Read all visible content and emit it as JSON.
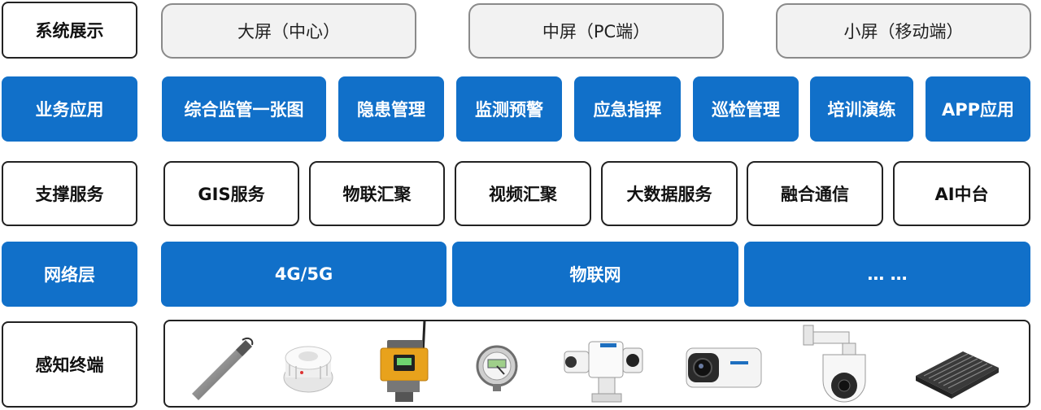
{
  "layers": {
    "display": "系统展示",
    "business": "业务应用",
    "support": "支撑服务",
    "network": "网络层",
    "terminal": "感知终端"
  },
  "display_items": [
    "大屏（中心）",
    "中屏（PC端）",
    "小屏（移动端）"
  ],
  "business_items": [
    "综合监管一张图",
    "隐患管理",
    "监测预警",
    "应急指挥",
    "巡检管理",
    "培训演练",
    "APP应用"
  ],
  "support_items": [
    "GIS服务",
    "物联汇聚",
    "视频汇聚",
    "大数据服务",
    "融合通信",
    "AI中台"
  ],
  "network_items": [
    "4G/5G",
    "物联网",
    "… …"
  ],
  "terminal_devices": [
    "liquid-level-probe-icon",
    "smoke-detector-icon",
    "gas-detector-icon",
    "pressure-gauge-icon",
    "pan-tilt-camera-icon",
    "bullet-camera-icon",
    "dome-camera-icon",
    "heat-sink-device-icon"
  ],
  "colors": {
    "accent": "#1170c9",
    "border": "#222222",
    "display_fill": "#f2f2f2"
  }
}
